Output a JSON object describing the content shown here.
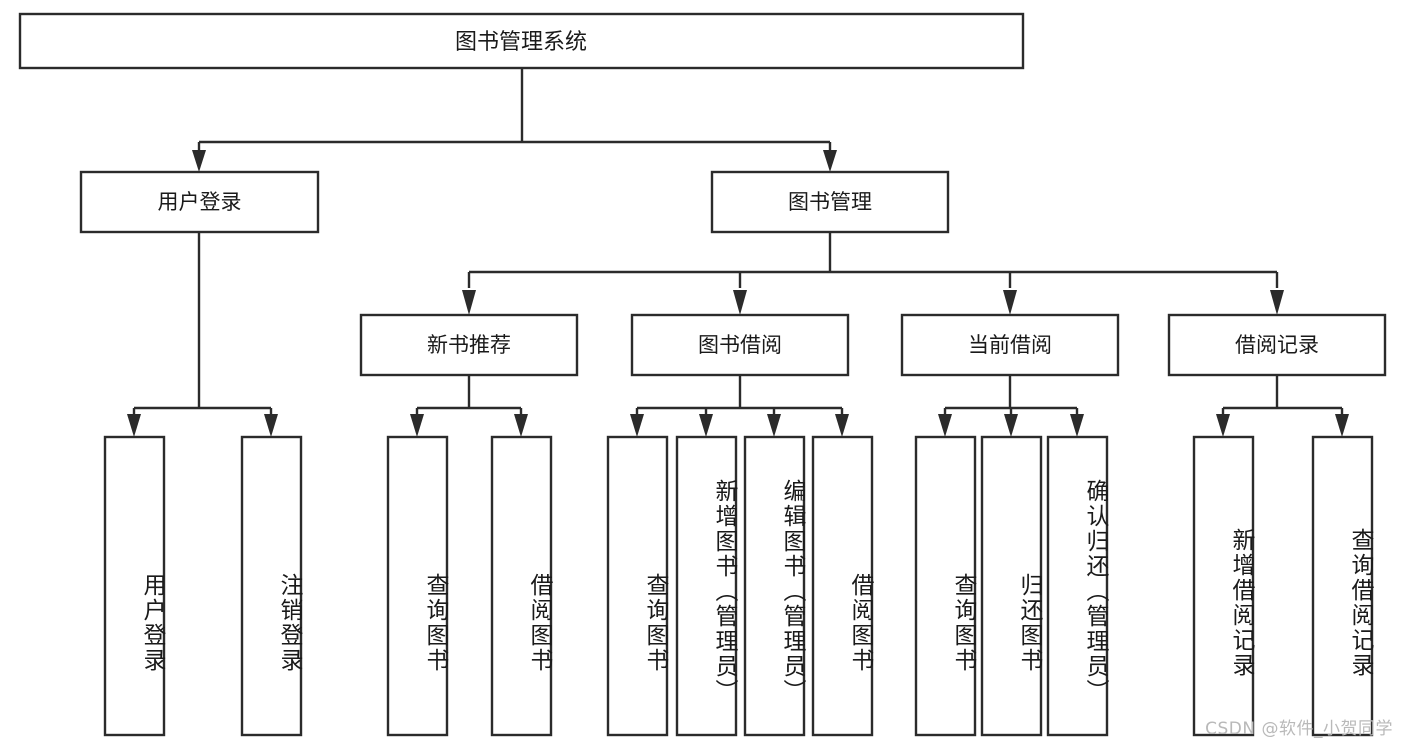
{
  "diagram": {
    "title": "图书管理系统",
    "type": "tree-hierarchy",
    "watermark": "CSDN @软件_小贺同学",
    "colors": {
      "stroke": "#2b2b2b",
      "fill": "#ffffff",
      "text": "#1a1a1a",
      "watermark": "#b9b9b9",
      "background": "#ffffff"
    },
    "root": {
      "label": "图书管理系统"
    },
    "level2": [
      {
        "label": "用户登录"
      },
      {
        "label": "图书管理"
      }
    ],
    "level3": [
      {
        "label": "新书推荐"
      },
      {
        "label": "图书借阅"
      },
      {
        "label": "当前借阅"
      },
      {
        "label": "借阅记录"
      }
    ],
    "leaves": {
      "user_login": [
        {
          "label": "用户登录"
        },
        {
          "label": "注销登录"
        }
      ],
      "new_book_recommend": [
        {
          "label": "查询图书"
        },
        {
          "label": "借阅图书"
        }
      ],
      "book_borrow": [
        {
          "label": "查询图书"
        },
        {
          "label": "新增图书（管理员）"
        },
        {
          "label": "编辑图书（管理员）"
        },
        {
          "label": "借阅图书"
        }
      ],
      "current_borrow": [
        {
          "label": "查询图书"
        },
        {
          "label": "归还图书"
        },
        {
          "label": "确认归还（管理员）"
        }
      ],
      "borrow_records": [
        {
          "label": "新增借阅记录"
        },
        {
          "label": "查询借阅记录"
        }
      ]
    }
  }
}
